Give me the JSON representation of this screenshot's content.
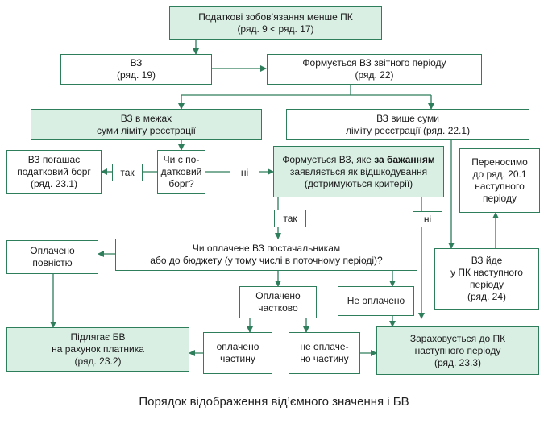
{
  "nodes": {
    "liabilities_less": [
      "Податкові зобов’язання менше ПК",
      "(ряд. 9 < ряд. 17)"
    ],
    "vz": [
      "ВЗ",
      "(ряд. 19)"
    ],
    "vz_formed_period": [
      "Формується ВЗ звітного періоду",
      "(ряд. 22)"
    ],
    "vz_within_limit": [
      "ВЗ в межах",
      "суми ліміту реєстрації"
    ],
    "vz_above_limit": [
      "ВЗ вище суми",
      "ліміту реєстрації (ряд. 22.1)"
    ],
    "vz_repays_debt": [
      "ВЗ погашає",
      "податковий борг",
      "(ряд. 23.1)"
    ],
    "is_tax_debt": [
      "Чи є по-",
      "датковий",
      "борг?"
    ],
    "vz_on_demand": {
      "line1_prefix": "Формується ВЗ, яке ",
      "line1_bold": "за бажанням",
      "line2": "заявляється як відшкодування",
      "line3": "(дотримуються критерії)"
    },
    "carry_to_20_1": [
      "Переносимо",
      "до ряд. 20.1",
      "наступного",
      "періоду"
    ],
    "paid_fully": [
      "Оплачено",
      "повністю"
    ],
    "is_paid_question": [
      "Чи оплачене ВЗ постачальникам",
      "або до бюджету (у тому числі в поточному періоді)?"
    ],
    "vz_goes_next": [
      "ВЗ йде",
      "у ПК наступного",
      "періоду",
      "(ряд. 24)"
    ],
    "paid_partially": [
      "Оплачено",
      "частково"
    ],
    "not_paid": [
      "Не оплачено"
    ],
    "subject_to_bv": [
      "Підлягає БВ",
      "на рахунок платника",
      "(ряд. 23.2)"
    ],
    "counted_to_pk": [
      "Зараховується до ПК",
      "наступного періоду",
      "(ряд. 23.3)"
    ]
  },
  "labels": {
    "yes_debt": "так",
    "no_debt": "ні",
    "yes_demand": "так",
    "no_demand": "ні",
    "paid_part": [
      "оплачено",
      "частину"
    ],
    "unpaid_part": [
      "не оплаче-",
      "но частину"
    ]
  },
  "caption": "Порядок відображення від’ємного значення і БВ",
  "colors": {
    "border": "#2e7d5b",
    "fill_green": "#d9efe4",
    "arrow": "#2e7d5b"
  }
}
